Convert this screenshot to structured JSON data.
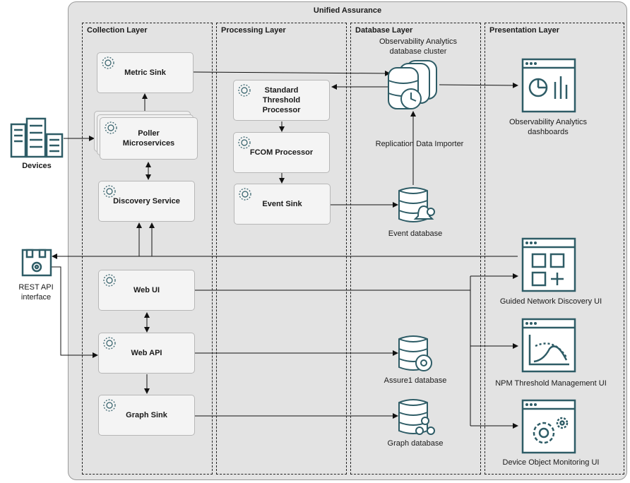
{
  "title": "Unified Assurance",
  "layers": {
    "collection": "Collection Layer",
    "processing": "Processing Layer",
    "database": "Database Layer",
    "presentation": "Presentation Layer"
  },
  "collection": {
    "metric_sink": "Metric Sink",
    "poller": "Poller Microservices",
    "discovery": "Discovery Service",
    "web_ui": "Web UI",
    "web_api": "Web API",
    "graph_sink": "Graph Sink"
  },
  "processing": {
    "standard_threshold": "Standard Threshold Processor",
    "fcom": "FCOM Processor",
    "event_sink": "Event Sink"
  },
  "database": {
    "cluster": "Observability Analytics database cluster",
    "replication": "Replication Data Importer",
    "event_db": "Event database",
    "assure1_db": "Assure1 database",
    "graph_db": "Graph database"
  },
  "presentation": {
    "analytics": "Observability Analytics dashboards",
    "guided": "Guided  Network Discovery UI",
    "npm": "NPM Threshold Management UI",
    "dom": "Device Object Monitoring UI"
  },
  "external": {
    "devices": "Devices",
    "rest_api": "REST API interface"
  },
  "colors": {
    "icon": "#2e5c66",
    "background": "#e3e3e3",
    "box": "#f4f4f4"
  }
}
